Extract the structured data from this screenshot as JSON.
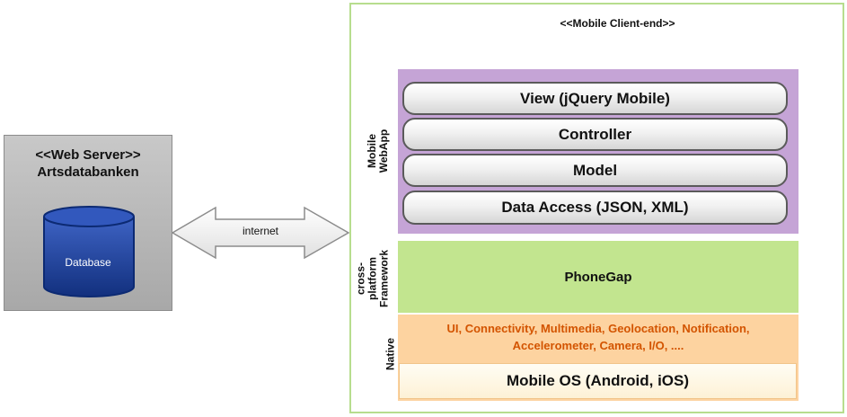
{
  "server": {
    "title_line1": "<<Web Server>>",
    "title_line2": "Artsdatabanken",
    "database_label": "Database"
  },
  "connection": {
    "label": "internet"
  },
  "client": {
    "title": "<<Mobile Client-end>>",
    "webapp_label_line1": "Mobile",
    "webapp_label_line2": "WebApp",
    "framework_label_line1": "cross-",
    "framework_label_line2": "platform",
    "framework_label_line3": "Framework",
    "native_label": "Native",
    "layers": [
      "View (jQuery Mobile)",
      "Controller",
      "Model",
      "Data Access (JSON, XML)"
    ],
    "framework": "PhoneGap",
    "native_apis_line1": "UI, Connectivity, Multimedia, Geolocation, Notification,",
    "native_apis_line2": "Accelerometer, Camera, I/O, ....",
    "os": "Mobile OS (Android, iOS)"
  },
  "colors": {
    "webapp_panel": "#c5a4d6",
    "framework_panel": "#c2e58f",
    "native_panel": "#fdd3a0",
    "native_text": "#d35400",
    "client_border": "#b7dd8e",
    "database": "#1e3f9a"
  }
}
